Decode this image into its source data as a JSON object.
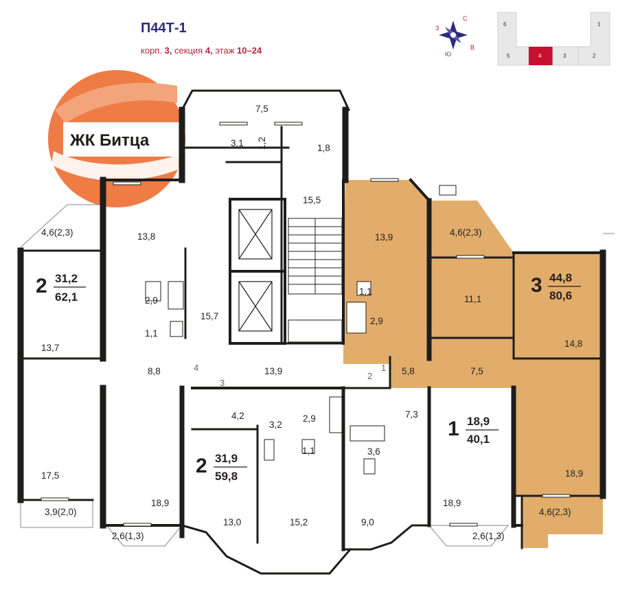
{
  "header": {
    "title": "П44Т-1",
    "sub_prefix": "корп.",
    "building": "3,",
    "section_word": "секция",
    "section": "4,",
    "floor_word": "этаж",
    "floors": "10–24"
  },
  "logo": {
    "text": "ЖК Битца"
  },
  "compass": {
    "n": "С",
    "e": "В",
    "s": "Ю",
    "w": "З"
  },
  "key_plan": {
    "sections": [
      "6",
      "1",
      "5",
      "4",
      "3",
      "2"
    ],
    "active": "4"
  },
  "colors": {
    "highlight": "#e2ad6b",
    "wall": "#1d1d1b",
    "accent": "#b5243c",
    "title": "#2e2a7d"
  },
  "apartments": [
    {
      "rooms": "2",
      "living": "31,2",
      "total": "62,1"
    },
    {
      "rooms": "2",
      "living": "31,9",
      "total": "59,8"
    },
    {
      "rooms": "1",
      "living": "18,9",
      "total": "40,1"
    },
    {
      "rooms": "3",
      "living": "44,8",
      "total": "80,6"
    }
  ],
  "areas": {
    "a01": "7,5",
    "a02": "3,1",
    "a03": "1,2",
    "a04": "1,8",
    "a05": "15,5",
    "a06": "13,8",
    "a07": "4,6(2,3)",
    "a08": "13,9",
    "a09": "4,6(2,3)",
    "a10": "2,9",
    "a11": "1,1",
    "a12": "15,7",
    "a13": "1,1",
    "a14": "2,9",
    "a15": "11,1",
    "a16": "13,7",
    "a17": "14,8",
    "a18": "8,8",
    "a19": "13,9",
    "a20": "5,8",
    "a21": "7,5",
    "a22": "4,2",
    "a23": "3,2",
    "a24": "2,9",
    "a25": "7,3",
    "a26": "1,1",
    "a27": "3,6",
    "a28": "17,5",
    "a29": "18,9",
    "a30": "18,9",
    "a31": "18,9",
    "a32": "3,9(2,0)",
    "a33": "13,0",
    "a34": "15,2",
    "a35": "9,0",
    "a36": "4,6(2,3)",
    "a37": "2,6(1,3)",
    "a38": "2,6(1,3)"
  },
  "entrances": [
    "1",
    "2",
    "3",
    "4"
  ]
}
